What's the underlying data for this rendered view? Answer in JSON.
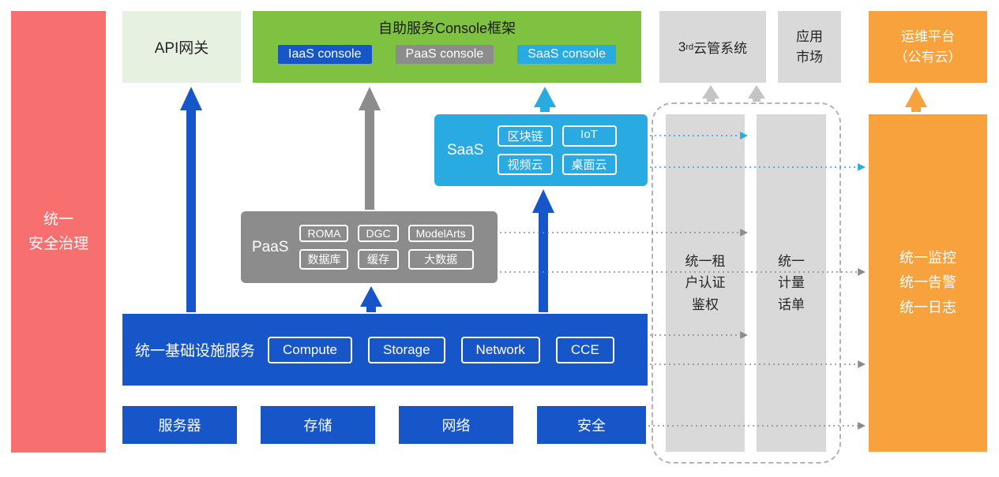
{
  "colors": {
    "blue": "#1656C8",
    "cyan": "#29ABE2",
    "green": "#7FC241",
    "light_green": "#E6F1E2",
    "gray": "#8C8C8C",
    "light_gray": "#D9D9D9",
    "orange": "#F7A23C",
    "red": "#F76F6F"
  },
  "security_bar": {
    "label": "统一\n安全治理"
  },
  "api_gateway": {
    "label": "API网关"
  },
  "console_framework": {
    "title": "自助服务Console框架",
    "consoles": [
      {
        "label": "IaaS console"
      },
      {
        "label": "PaaS console"
      },
      {
        "label": "SaaS console"
      }
    ]
  },
  "third_party_cloud": {
    "prefix": "3",
    "sup": "rd",
    "suffix": "云管系统"
  },
  "app_market": {
    "label": "应用\n市场"
  },
  "om_platform": {
    "label": "运维平台\n（公有云）"
  },
  "saas": {
    "label": "SaaS",
    "chips": [
      "区块链",
      "IoT",
      "视频云",
      "桌面云"
    ]
  },
  "paas": {
    "label": "PaaS",
    "chips": [
      "ROMA",
      "DGC",
      "ModelArts",
      "数据库",
      "缓存",
      "大数据"
    ]
  },
  "infrastructure": {
    "label": "统一基础设施服务",
    "chips": [
      "Compute",
      "Storage",
      "Network",
      "CCE"
    ]
  },
  "hardware": {
    "items": [
      "服务器",
      "存储",
      "网络",
      "安全"
    ]
  },
  "auth_bar": {
    "label": "统一租\n户认证\n鉴权"
  },
  "metering_bar": {
    "label": "统一\n计量\n话单"
  },
  "monitor_bar": {
    "label": "统一监控\n统一告警\n统一日志"
  }
}
